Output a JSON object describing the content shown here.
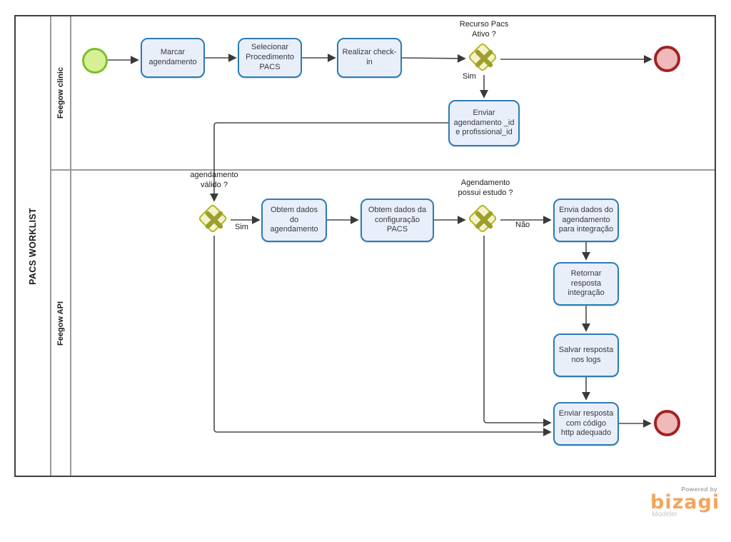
{
  "pool": {
    "title": "PACS WORKLIST",
    "lanes": [
      {
        "label": "Feegow clinic"
      },
      {
        "label": "Feegow API"
      }
    ]
  },
  "tasks": [
    {
      "label": "Marcar\nagendamento"
    },
    {
      "label": "Selecionar\nProcedimento\nPACS"
    },
    {
      "label": "Realizar check-\nin"
    },
    {
      "label": "Enviar\nagendamento _id\ne profissional_id"
    },
    {
      "label": "Obtem dados\ndo\nagendamento"
    },
    {
      "label": "Obtem dados da\nconfiguração\nPACS"
    },
    {
      "label": "Envia dados do\nagendamento\npara integração"
    },
    {
      "label": "Retornar\nresposta\nintegração"
    },
    {
      "label": "Salvar resposta\nnos logs"
    },
    {
      "label": "Enviar resposta\ncom código\nhttp adequado"
    }
  ],
  "gateways": [
    {
      "label": "Recurso Pacs\nAtivo ?"
    },
    {
      "label": "agendamento\nválido ?"
    },
    {
      "label": "Agendamento\npossui estudo ?"
    }
  ],
  "edge_labels": [
    {
      "text": "Sim"
    },
    {
      "text": "Sim"
    },
    {
      "text": "Não"
    }
  ],
  "branding": {
    "powered_by": "Powered by",
    "brand": "bizagi",
    "product": "Modeler"
  },
  "colors": {
    "task_fill": "#e9eefb",
    "task_border": "#2d7cb5",
    "gateway_fill": "#f3f3cb",
    "gateway_border": "#b5b520",
    "gateway_marker": "#9e9e2e",
    "start_fill": "#d7ef95",
    "start_border": "#7ebf2a",
    "end_fill": "#f0baba",
    "end_border": "#a32222",
    "connector": "#4a4a4a",
    "brand_orange": "#f4a55c"
  }
}
